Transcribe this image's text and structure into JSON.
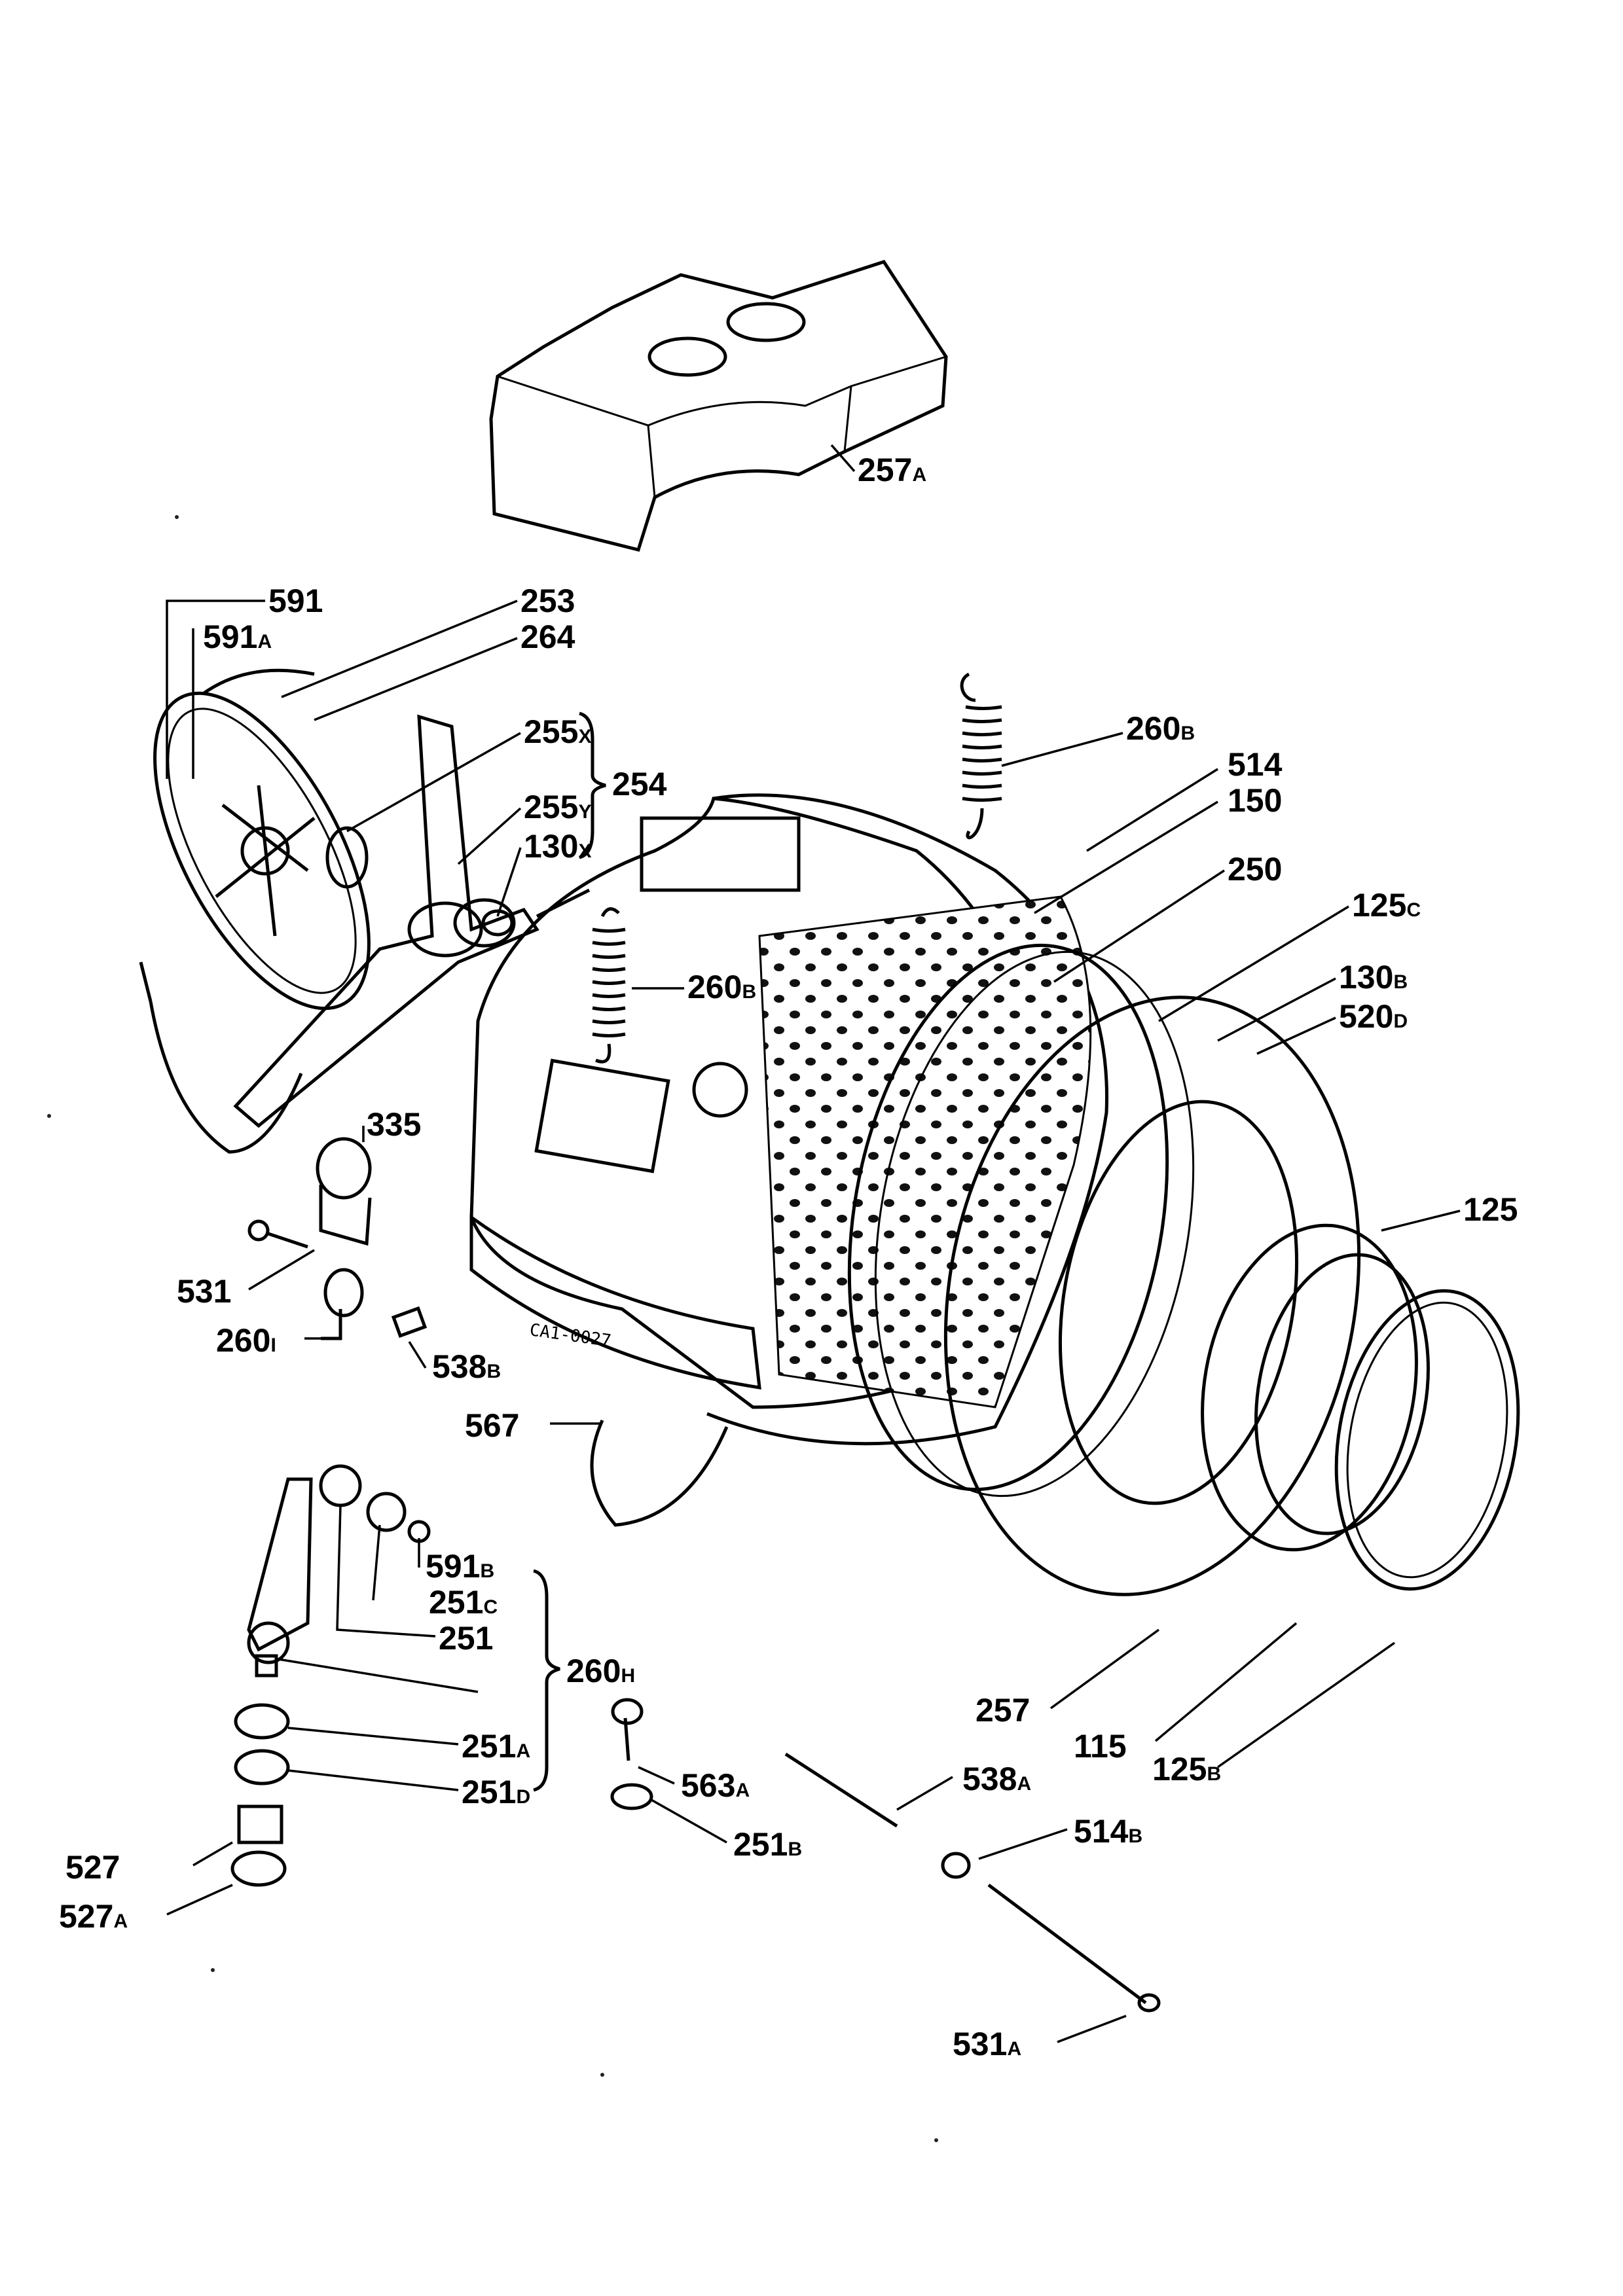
{
  "diagram": {
    "stamp": "CA1-0027",
    "labels": [
      {
        "id": "257A",
        "main": "257",
        "sub": "A"
      },
      {
        "id": "591",
        "main": "591",
        "sub": ""
      },
      {
        "id": "591A",
        "main": "591",
        "sub": "A"
      },
      {
        "id": "253",
        "main": "253",
        "sub": ""
      },
      {
        "id": "264",
        "main": "264",
        "sub": ""
      },
      {
        "id": "255X",
        "main": "255",
        "sub": "X"
      },
      {
        "id": "254",
        "main": "254",
        "sub": ""
      },
      {
        "id": "255Y",
        "main": "255",
        "sub": "Y"
      },
      {
        "id": "130X",
        "main": "130",
        "sub": "X"
      },
      {
        "id": "260B-upper",
        "main": "260",
        "sub": "B"
      },
      {
        "id": "514",
        "main": "514",
        "sub": ""
      },
      {
        "id": "150",
        "main": "150",
        "sub": ""
      },
      {
        "id": "250",
        "main": "250",
        "sub": ""
      },
      {
        "id": "125C",
        "main": "125",
        "sub": "C"
      },
      {
        "id": "260B-lower",
        "main": "260",
        "sub": "B"
      },
      {
        "id": "130B",
        "main": "130",
        "sub": "B"
      },
      {
        "id": "520D",
        "main": "520",
        "sub": "D"
      },
      {
        "id": "335",
        "main": "335",
        "sub": ""
      },
      {
        "id": "125",
        "main": "125",
        "sub": ""
      },
      {
        "id": "531",
        "main": "531",
        "sub": ""
      },
      {
        "id": "260I",
        "main": "260",
        "sub": "I"
      },
      {
        "id": "538B",
        "main": "538",
        "sub": "B"
      },
      {
        "id": "567",
        "main": "567",
        "sub": ""
      },
      {
        "id": "591B",
        "main": "591",
        "sub": "B"
      },
      {
        "id": "251C",
        "main": "251",
        "sub": "C"
      },
      {
        "id": "251",
        "main": "251",
        "sub": ""
      },
      {
        "id": "260H",
        "main": "260",
        "sub": "H"
      },
      {
        "id": "257",
        "main": "257",
        "sub": ""
      },
      {
        "id": "115",
        "main": "115",
        "sub": ""
      },
      {
        "id": "125B",
        "main": "125",
        "sub": "B"
      },
      {
        "id": "251A",
        "main": "251",
        "sub": "A"
      },
      {
        "id": "251D",
        "main": "251",
        "sub": "D"
      },
      {
        "id": "563A",
        "main": "563",
        "sub": "A"
      },
      {
        "id": "538A",
        "main": "538",
        "sub": "A"
      },
      {
        "id": "514B",
        "main": "514",
        "sub": "B"
      },
      {
        "id": "251B",
        "main": "251",
        "sub": "B"
      },
      {
        "id": "527",
        "main": "527",
        "sub": ""
      },
      {
        "id": "527A",
        "main": "527",
        "sub": "A"
      },
      {
        "id": "531A",
        "main": "531",
        "sub": "A"
      }
    ]
  }
}
